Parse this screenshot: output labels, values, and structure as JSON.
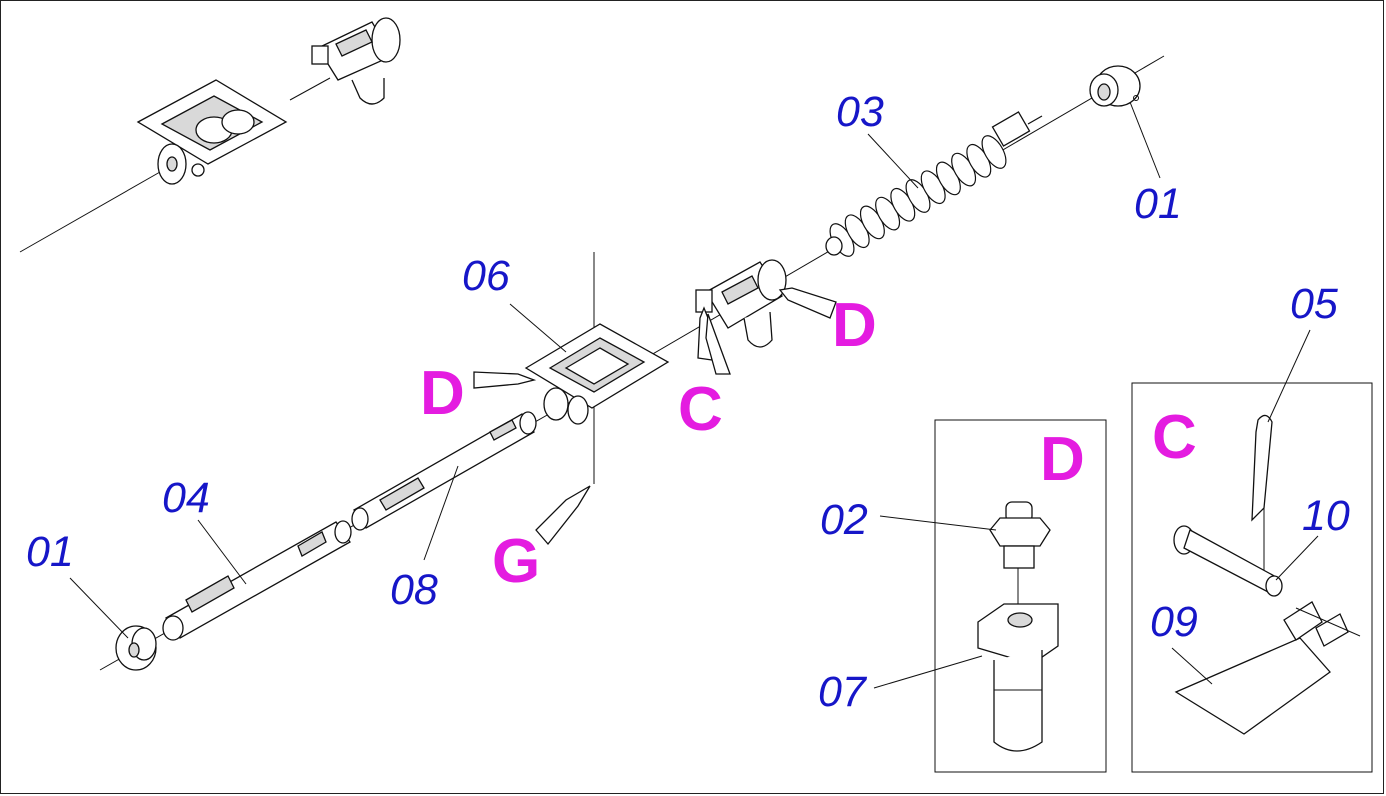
{
  "part_labels": {
    "p01_right": "01",
    "p01_left": "01",
    "p02": "02",
    "p03": "03",
    "p04": "04",
    "p05": "05",
    "p06": "06",
    "p07": "07",
    "p08": "08",
    "p09": "09",
    "p10": "10"
  },
  "view_labels": {
    "d_left": "D",
    "d_right": "D",
    "c_main": "C",
    "g_main": "G",
    "d_detail": "D",
    "c_detail": "C"
  },
  "colors": {
    "part_label": "#1616c8",
    "view_label": "#e41ce0",
    "line": "#111111"
  }
}
